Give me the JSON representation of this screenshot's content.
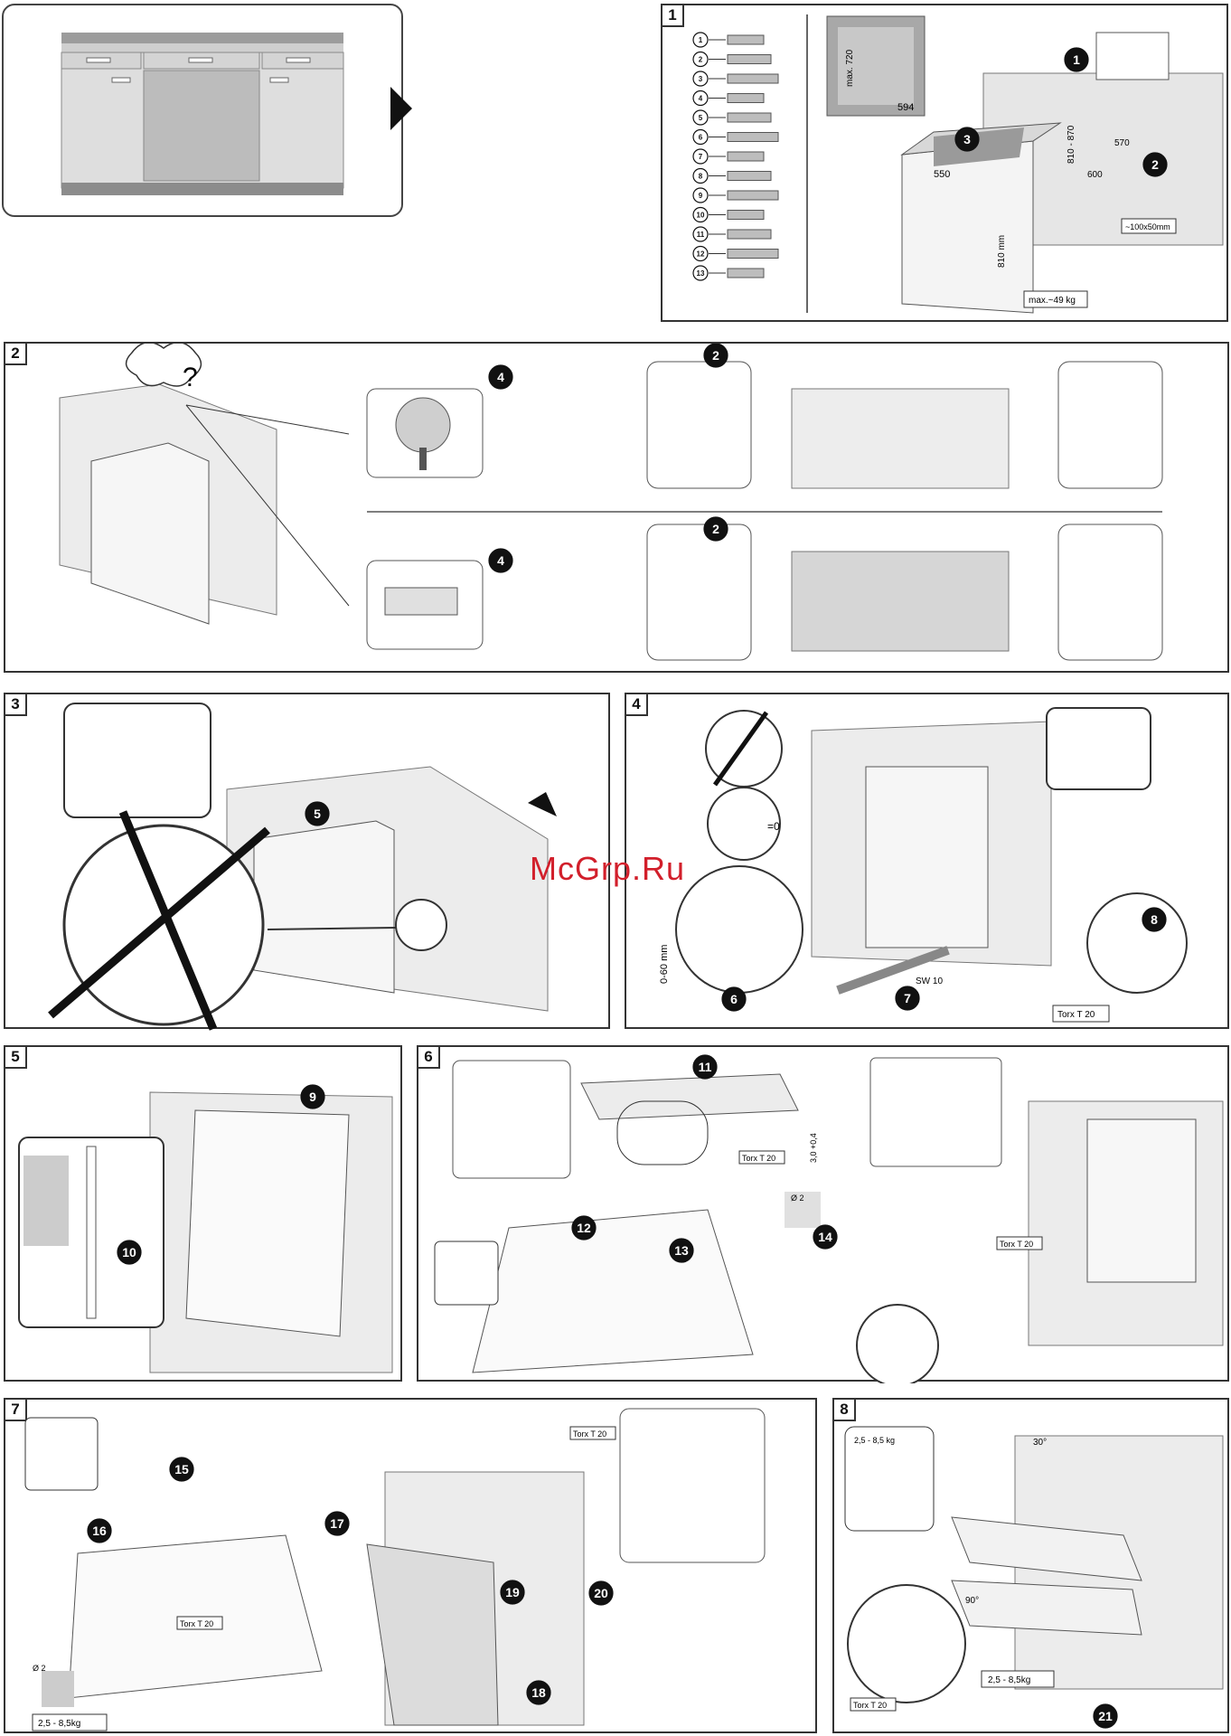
{
  "watermark": "McGrp.Ru",
  "panels": [
    {
      "number": "1"
    },
    {
      "number": "2"
    },
    {
      "number": "3"
    },
    {
      "number": "4"
    },
    {
      "number": "5"
    },
    {
      "number": "6"
    },
    {
      "number": "7"
    },
    {
      "number": "8"
    }
  ],
  "panel1": {
    "parts": [
      "1",
      "2",
      "3",
      "4",
      "5",
      "6",
      "7",
      "8",
      "9",
      "10",
      "11",
      "12",
      "13"
    ],
    "niche_width": "594",
    "niche_height": "max. 720",
    "depth_dim": "550",
    "height_dim": "810 - 870",
    "height_dim2": "810 mm",
    "width_570": "570",
    "width_600": "600",
    "hose_dim": "~100x50mm",
    "weight": "max.~49 kg",
    "steps": [
      "1",
      "2",
      "3"
    ]
  },
  "panel2": {
    "question": "?",
    "steps": [
      "4",
      "2",
      "4",
      "2"
    ]
  },
  "panel3": {
    "steps": [
      "5"
    ]
  },
  "panel4": {
    "gap": "0-60 mm",
    "wrench": "SW 10",
    "tool": "Torx T 20",
    "steps": [
      "6",
      "7",
      "8"
    ],
    "zero": "=0"
  },
  "panel5": {
    "steps": [
      "9",
      "10"
    ]
  },
  "panel6": {
    "tool": "Torx T 20",
    "dia": "Ø 2",
    "depth": "3,0 +0,4",
    "steps": [
      "11",
      "12",
      "13",
      "14"
    ]
  },
  "panel7": {
    "tool": "Torx T 20",
    "weight": "2,5 - 8,5kg",
    "dia": "Ø 2",
    "steps": [
      "15",
      "16",
      "17",
      "18",
      "19",
      "20"
    ]
  },
  "panel8": {
    "weight_top": "2,5 - 8,5 kg",
    "weight_bottom": "2,5 - 8,5kg",
    "angle_30": "30°",
    "angle_90": "90°",
    "tool": "Torx T 20",
    "steps": [
      "21"
    ]
  }
}
